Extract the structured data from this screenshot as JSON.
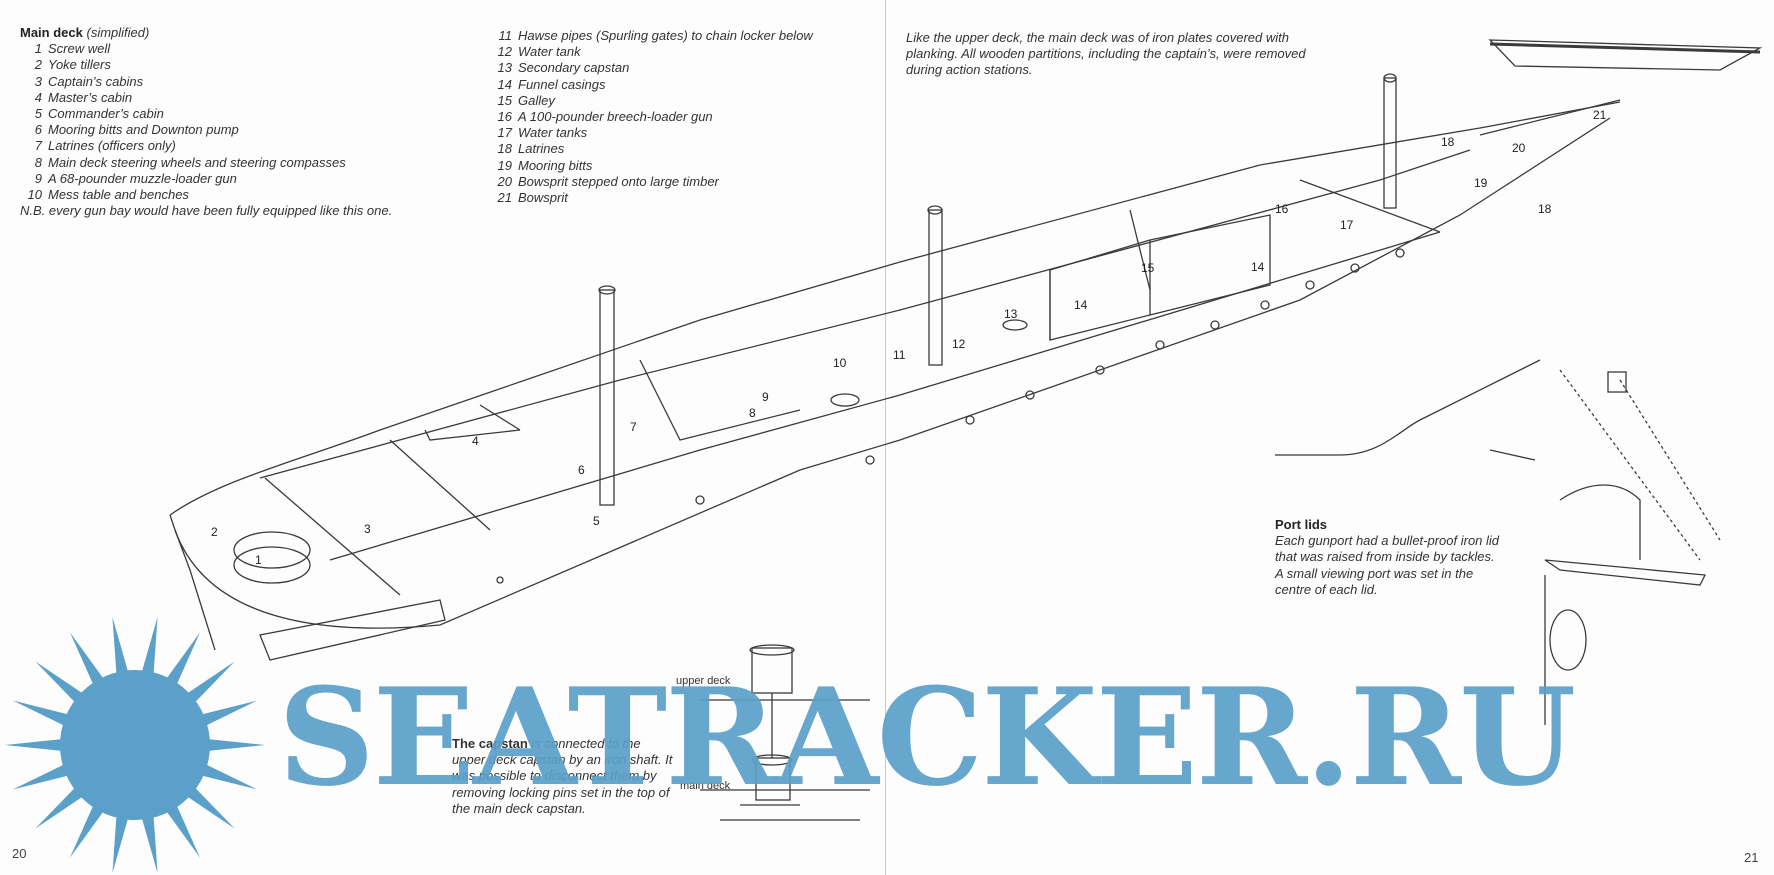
{
  "left_page": {
    "title": "Main deck",
    "title_suffix": "(simplified)",
    "items": [
      {
        "n": "1",
        "text": "Screw well"
      },
      {
        "n": "2",
        "text": "Yoke tillers"
      },
      {
        "n": "3",
        "text": "Captain’s cabins"
      },
      {
        "n": "4",
        "text": "Master’s cabin"
      },
      {
        "n": "5",
        "text": "Commander’s cabin"
      },
      {
        "n": "6",
        "text": "Mooring bitts and Downton pump"
      },
      {
        "n": "7",
        "text": "Latrines (officers only)"
      },
      {
        "n": "8",
        "text": "Main deck steering wheels and steering compasses"
      },
      {
        "n": "9",
        "text": "A 68-pounder muzzle-loader gun"
      },
      {
        "n": "10",
        "text": "Mess table and benches"
      }
    ],
    "note": "N.B. every gun bay would have been fully equipped like this one.",
    "items_2": [
      {
        "n": "11",
        "text": "Hawse pipes (Spurling gates) to chain locker below"
      },
      {
        "n": "12",
        "text": "Water tank"
      },
      {
        "n": "13",
        "text": "Secondary capstan"
      },
      {
        "n": "14",
        "text": "Funnel casings"
      },
      {
        "n": "15",
        "text": "Galley"
      },
      {
        "n": "16",
        "text": "A 100-pounder breech-loader gun"
      },
      {
        "n": "17",
        "text": "Water tanks"
      },
      {
        "n": "18",
        "text": "Latrines"
      },
      {
        "n": "19",
        "text": "Mooring bitts"
      },
      {
        "n": "20",
        "text": "Bowsprit stepped onto large timber"
      },
      {
        "n": "21",
        "text": "Bowsprit"
      }
    ],
    "capstan_title": "The capstan",
    "capstan_text": "is connected to the upper deck capstan by an iron shaft. It was possible to disconnect them by removing locking pins set in the top of the main deck capstan.",
    "capstan_upper_label": "upper deck",
    "capstan_main_label": "main deck",
    "page_number": "20"
  },
  "right_page": {
    "intro": "Like the upper deck, the main deck was of iron plates covered with planking. All wooden partitions, including the captain’s, were removed during action stations.",
    "portlids_title": "Port lids",
    "portlids_text": "Each gunport had a bullet-proof iron lid that was raised from inside by tackles. A small viewing port was set in the centre of each lid.",
    "page_number": "21"
  },
  "drawing_labels": [
    "1",
    "2",
    "3",
    "4",
    "5",
    "6",
    "7",
    "8",
    "9",
    "10",
    "11",
    "12",
    "13",
    "14",
    "15",
    "16",
    "17",
    "18",
    "19",
    "20",
    "21",
    "14",
    "18"
  ],
  "watermark": {
    "text": "SEATRACKER.RU",
    "color": "#5ba0c9"
  }
}
